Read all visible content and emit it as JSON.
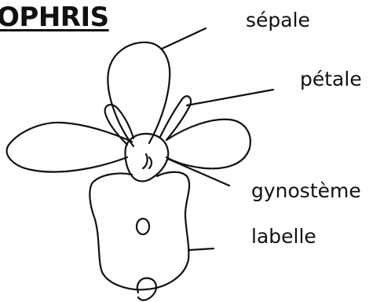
{
  "title": "OPHRIS",
  "labels": {
    "sepale": "sépale",
    "petale": "pétale",
    "gynosteme": "gynostème",
    "labelle": "labelle"
  }
}
